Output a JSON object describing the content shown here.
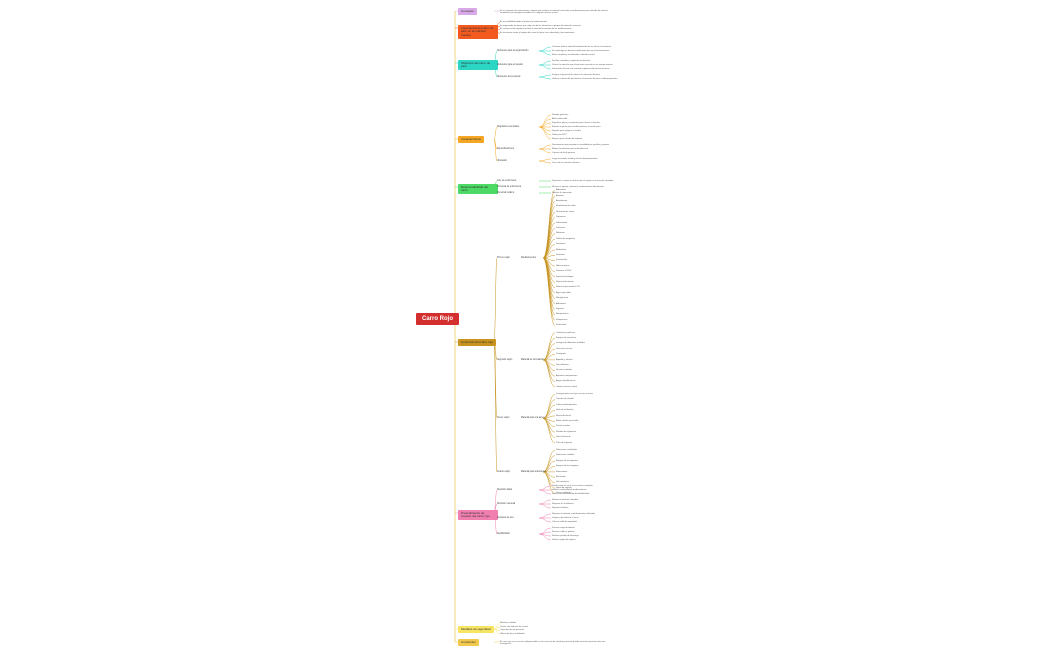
{
  "map": {
    "root": "Carro Rojo",
    "branches": [
      {
        "label": "Concepto",
        "color": "#d9a8e6",
        "items": [
          "Es un conjunto de comerciantes, equipo que contiene el material necesario y medicamentos para atender de manera inmediata una emergencia médica en cualquier servicio o área."
        ]
      },
      {
        "label": "Importancia del carro de paro en la práctica médica",
        "color": "#f25a1f",
        "items": [
          "Es accesibilidad rápida al material y medicamentos",
          "Es organizado en forma que cada uno de los elementos o grupos de material necesario",
          "Es comunicación rápida para fácil acceso del inventario de los medicamentos",
          "Es necesario contar al equipo del carro del paro con caducidad y funcionamiento"
        ]
      },
      {
        "label": "Objetivos del carro de paro",
        "color": "#2bd6c4",
        "groups": [
          {
            "label": "Referente para la organización",
            "items": [
              "Contiene todo el material fundamental de ser útil en el momento",
              "Se mantenga en buenas condiciones de uso y funcionamiento",
              "Estar completo y actualizado, evitando errores"
            ]
          },
          {
            "label": "Referente para el usuario",
            "items": [
              "Facilitar, coordinar y optimizar la atención",
              "Ofrecer la atención que el paciente necesita en un tiempo mínimo",
              "Garantizar el buen uso, manejo y optimización de los recursos"
            ]
          },
          {
            "label": "Referente del personal",
            "items": [
              "Integrar al personal de salud en la atención del paro",
              "Unificar criterios del personal en la atención de paro cardiorrespiratorio"
            ]
          }
        ]
      },
      {
        "label": "Características",
        "color": "#f5a623",
        "groups": [
          {
            "label": "Requisitos esenciales",
            "items": [
              "Ruedas giratorias",
              "Altura adecuada",
              "Superficie plana y resistente para colocar el monitor",
              "Estante superior para medicamentos y carro de paro",
              "Soporte para oxígeno o cilindro",
              "Tabla para RCP",
              "Espacio para cilindro de oxígeno"
            ]
          },
          {
            "label": "Especificaciones",
            "items": [
              "Dimensiones que permitan su movilidad por pasillos y puertas",
              "Material resistente para la desinfección",
              "Cajones de fácil apertura"
            ]
          },
          {
            "label": "Ubicación",
            "items": [
              "Lugar accesible, visible y de fácil desplazamiento",
              "Cerca de la conexión eléctrica"
            ]
          }
        ]
      },
      {
        "label": "Responsabilidad del carro",
        "color": "#4cd964",
        "groups": [
          {
            "label": "Jefe de enfermería",
            "items": [
              "Supervisar, revisar y verificar que el equipo se encuentre completo"
            ]
          },
          {
            "label": "Personal de enfermería",
            "items": [
              "Revisar el equipo, material y medicamentos diariamente"
            ]
          },
          {
            "label": "Personal médico",
            "items": [
              "Solicitar la reposición"
            ]
          }
        ]
      },
      {
        "label": "Contenido del carro rojo",
        "color": "#c8931f",
        "groups": [
          {
            "label": "Primer cajón",
            "sublabel": "Medicamentos",
            "items": [
              "Adrenalina",
              "Atropina",
              "Amiodarona",
              "Bicarbonato de sodio",
              "Gluconato de calcio",
              "Dopamina",
              "Dobutamina",
              "Lidocaína",
              "Naloxona",
              "Sulfato de magnesio",
              "Diazepam",
              "Midazolam",
              "Fenitoína",
              "Furosemida",
              "Hidrocortisona",
              "Dextrosa al 50%",
              "Solución fisiológica",
              "Solución Hartmann",
              "Solución glucosada al 5%",
              "Agua inyectable",
              "Nitroglicerina",
              "Adenosina",
              "Digoxina",
              "Norepinefrina",
              "Vasopresina",
              "Flumazenil"
            ]
          },
          {
            "label": "Segundo cajón",
            "sublabel": "Material de circulación",
            "items": [
              "Catéteres periféricos",
              "Equipos de venoclisis",
              "Jeringas de diferentes medidas",
              "Llave de tres vías",
              "Torniquete",
              "Algodón y alcohol",
              "Tela adhesiva",
              "Guantes estériles",
              "Apósitos transparentes",
              "Agujas hipodérmicas",
              "Catéter venoso central"
            ]
          },
          {
            "label": "Tercer cajón",
            "sublabel": "Material para vía aérea",
            "items": [
              "Laringoscopio con hojas curvas y rectas",
              "Cánulas de Guedel",
              "Tubos endotraqueales",
              "Guía de intubación",
              "Mascarilla facial",
              "Bolsa válvula mascarilla",
              "Puntas nasales",
              "Sondas de aspiración",
              "Jalea lubricante",
              "Pilas de repuesto"
            ]
          },
          {
            "label": "Cuarto cajón",
            "sublabel": "Material para soluciones",
            "items": [
              "Soluciones cristaloides",
              "Soluciones coloides",
              "Equipos de microgotero",
              "Equipos de macrogotero",
              "Extensiones",
              "Electrodos",
              "Gel conductor",
              "Hojas de registro",
              "Lápiz y bolígrafo"
            ]
          }
        ]
      },
      {
        "label": "Procedimiento de revisión del carro rojo",
        "color": "#f07fb0",
        "groups": [
          {
            "label": "Revisión diaria",
            "items": [
              "Verificar que el carro se encuentre completo",
              "Verificar caducidad de medicamentos",
              "Verificar funcionamiento del desfibrilador"
            ]
          },
          {
            "label": "Revisión mensual",
            "items": [
              "Realizar inventario completo",
              "Registrar en la bitácora",
              "Reponer faltantes"
            ]
          },
          {
            "label": "Después de uso",
            "items": [
              "Reponer el material y medicamentos utilizados",
              "Limpiar y desinfectar el carro",
              "Colocar sello de seguridad"
            ]
          },
          {
            "label": "Desfibrilador",
            "items": [
              "Revisar carga de batería",
              "Revisar cables y paletas",
              "Realizar prueba de descarga",
              "Verificar papel de registro"
            ]
          }
        ]
      },
      {
        "label": "Medidas de seguridad",
        "color": "#f7e463",
        "items": [
          "Mantener sellado",
          "Contar con bitácora de control",
          "Capacitación del personal",
          "Ubicación fija y señalizada"
        ]
      },
      {
        "label": "Conclusión",
        "color": "#f2c94c",
        "items": [
          "El carro rojo es un recurso indispensable en los servicios de salud que permite brindar atención oportuna ante una emergencia."
        ]
      }
    ]
  }
}
